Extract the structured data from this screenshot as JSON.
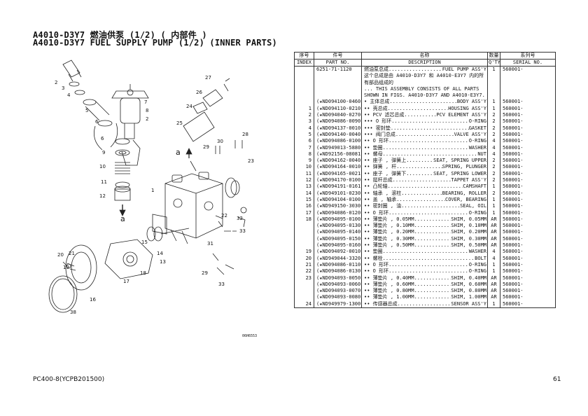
{
  "header": {
    "title_cn": "A4010-D3Y7 燃油供泵 (1/2) ( 内部件 )",
    "title_en": "A4010-D3Y7 FUEL SUPPLY PUMP (1/2) (INNER PARTS)"
  },
  "columns": [
    {
      "cn": "序号",
      "en": "INDEX"
    },
    {
      "cn": "件号",
      "en": "PART NO."
    },
    {
      "cn": "名称",
      "en": "DESCRIPTION"
    },
    {
      "cn": "数量",
      "en": "Q'TY"
    },
    {
      "cn": "系列号",
      "en": "SERIAL NO."
    }
  ],
  "rows": [
    {
      "index": "",
      "part_no": "6251-71-1120",
      "desc_cn": "燃油泵总成",
      "desc_en": "FUEL PUMP ASS'Y",
      "qty": "1",
      "serial": "560001-"
    },
    {
      "index": "",
      "part_no": "",
      "desc_cn": "这个总成是由 A4010-D3Y7 和 A4010-E3Y7 内的所",
      "desc_en": "",
      "qty": "",
      "serial": ""
    },
    {
      "index": "",
      "part_no": "",
      "desc_cn": "有部品组成的",
      "desc_en": "",
      "qty": "",
      "serial": ""
    },
    {
      "index": "",
      "part_no": "",
      "desc_cn": "... THIS ASSEMBLY CONSISTS OF ALL PARTS",
      "desc_en": "",
      "qty": "",
      "serial": ""
    },
    {
      "index": "",
      "part_no": "",
      "desc_cn": "SHOWN IN FIGS. A4010-D3Y7 AND A4010-E3Y7.",
      "desc_en": "",
      "qty": "",
      "serial": ""
    },
    {
      "index": "",
      "part_no": "(★ND094100-0460)",
      "desc_cn": "• 主体总成",
      "desc_en": "BODY ASS'Y",
      "qty": "1",
      "serial": "560001-"
    },
    {
      "index": "1",
      "part_no": "(★ND094110-0210)",
      "desc_cn": "•• 壳总成",
      "desc_en": "HOUSING ASS'Y",
      "qty": "1",
      "serial": "560001-"
    },
    {
      "index": "2",
      "part_no": "(★ND094040-0270)",
      "desc_cn": "•• PCV 滤芯总成",
      "desc_en": "PCV ELEMENT ASS'Y",
      "qty": "2",
      "serial": "560001-"
    },
    {
      "index": "3",
      "part_no": "(★ND094086-0090)",
      "desc_cn": "••• O 形环",
      "desc_en": "O-RING",
      "qty": "2",
      "serial": "560001-"
    },
    {
      "index": "4",
      "part_no": "(★ND094137-0010)",
      "desc_cn": "••• 密封垫",
      "desc_en": "GASKET",
      "qty": "2",
      "serial": "560001-"
    },
    {
      "index": "5",
      "part_no": "(★ND094140-0040)",
      "desc_cn": "••• 阀门总成",
      "desc_en": "VALVE ASS'Y",
      "qty": "2",
      "serial": "560001-"
    },
    {
      "index": "6",
      "part_no": "(★ND094086-0100)",
      "desc_cn": "•• O 形环",
      "desc_en": "O-RING",
      "qty": "4",
      "serial": "560001-"
    },
    {
      "index": "7",
      "part_no": "(★ND949013-5880)",
      "desc_cn": "•• 垫圈",
      "desc_en": "WASHER",
      "qty": "4",
      "serial": "560001-"
    },
    {
      "index": "8",
      "part_no": "(★ND92156-08081)",
      "desc_cn": "•• 螺母",
      "desc_en": "NUT",
      "qty": "4",
      "serial": "560001-"
    },
    {
      "index": "9",
      "part_no": "(★ND094162-0040)",
      "desc_cn": "•• 座子 , 弹簧上",
      "desc_en": "SEAT, SPRING UPPER",
      "qty": "2",
      "serial": "560001-"
    },
    {
      "index": "10",
      "part_no": "(★ND094164-0010)",
      "desc_cn": "•• 弹簧 , 杆",
      "desc_en": "SPRING, PLUNGER",
      "qty": "2",
      "serial": "560001-"
    },
    {
      "index": "11",
      "part_no": "(★ND094165-0021)",
      "desc_cn": "•• 座子 , 弹簧下",
      "desc_en": "SEAT, SPRING LOWER",
      "qty": "2",
      "serial": "560001-"
    },
    {
      "index": "12",
      "part_no": "(★ND094170-0100)",
      "desc_cn": "•• 挺杆总成",
      "desc_en": "TAPPET ASS'Y",
      "qty": "2",
      "serial": "560001-"
    },
    {
      "index": "13",
      "part_no": "(★ND094191-0161)",
      "desc_cn": "•• 凸轮轴",
      "desc_en": "CAMSHAFT",
      "qty": "1",
      "serial": "560001-"
    },
    {
      "index": "14",
      "part_no": "(★ND949101-0230)",
      "desc_cn": "•• 轴承 , 滚柱",
      "desc_en": "BEARING, ROLLER",
      "qty": "2",
      "serial": "560001-"
    },
    {
      "index": "15",
      "part_no": "(★ND094104-0100)",
      "desc_cn": "•• 盖 , 轴承",
      "desc_en": "COVER, BEARING",
      "qty": "1",
      "serial": "560001-"
    },
    {
      "index": "16",
      "part_no": "(★ND949150-3030)",
      "desc_cn": "•• 密封圈 , 油",
      "desc_en": "SEAL, OIL",
      "qty": "1",
      "serial": "560001-"
    },
    {
      "index": "17",
      "part_no": "(★ND094086-0120)",
      "desc_cn": "•• O 形环",
      "desc_en": "O-RING",
      "qty": "1",
      "serial": "560001-"
    },
    {
      "index": "18",
      "part_no": "(★ND094095-0100)",
      "desc_cn": "•• 薄垫片 , 0.05MM",
      "desc_en": "SHIM, 0.05MM",
      "qty": "AR",
      "serial": "560001-"
    },
    {
      "index": "",
      "part_no": "(★ND094095-0130)",
      "desc_cn": "•• 薄垫片 , 0.10MM",
      "desc_en": "SHIM, 0.10MM",
      "qty": "AR",
      "serial": "560001-"
    },
    {
      "index": "",
      "part_no": "(★ND094095-0140)",
      "desc_cn": "•• 薄垫片 , 0.20MM",
      "desc_en": "SHIM, 0.20MM",
      "qty": "AR",
      "serial": "560001-"
    },
    {
      "index": "",
      "part_no": "(★ND094095-0150)",
      "desc_cn": "•• 薄垫片 , 0.30MM",
      "desc_en": "SHIM, 0.30MM",
      "qty": "AR",
      "serial": "560001-"
    },
    {
      "index": "",
      "part_no": "(★ND094095-0160)",
      "desc_cn": "•• 薄垫片 , 0.50MM",
      "desc_en": "SHIM, 0.50MM",
      "qty": "AR",
      "serial": "560001-"
    },
    {
      "index": "19",
      "part_no": "(★ND094092-0010)",
      "desc_cn": "•• 垫圈",
      "desc_en": "WASHER",
      "qty": "4",
      "serial": "560001-"
    },
    {
      "index": "20",
      "part_no": "(★ND949044-3320)",
      "desc_cn": "•• 螺栓",
      "desc_en": "BOLT",
      "qty": "4",
      "serial": "560001-"
    },
    {
      "index": "21",
      "part_no": "(★ND094086-0110)",
      "desc_cn": "•• O 形环",
      "desc_en": "O-RING",
      "qty": "1",
      "serial": "560001-"
    },
    {
      "index": "22",
      "part_no": "(★ND094086-0130)",
      "desc_cn": "•• O 形环",
      "desc_en": "O-RING",
      "qty": "1",
      "serial": "560001-"
    },
    {
      "index": "23",
      "part_no": "(★ND094093-0050)",
      "desc_cn": "•• 薄垫片 , 0.40MM",
      "desc_en": "SHIM, 0.40MM",
      "qty": "AR",
      "serial": "560001-"
    },
    {
      "index": "",
      "part_no": "(★ND094093-0060)",
      "desc_cn": "•• 薄垫片 , 0.60MM",
      "desc_en": "SHIM, 0.60MM",
      "qty": "AR",
      "serial": "560001-"
    },
    {
      "index": "",
      "part_no": "(★ND094093-0070)",
      "desc_cn": "•• 薄垫片 , 0.80MM",
      "desc_en": "SHIM, 0.80MM",
      "qty": "AR",
      "serial": "560001-"
    },
    {
      "index": "",
      "part_no": "(★ND094093-0080)",
      "desc_cn": "•• 薄垫片 , 1.00MM",
      "desc_en": "SHIM, 1.00MM",
      "qty": "AR",
      "serial": "560001-"
    },
    {
      "index": "24",
      "part_no": "(★ND949979-1300)",
      "desc_cn": "•• 传感器总成",
      "desc_en": "SENSOR ASS'Y",
      "qty": "1",
      "serial": "560001-"
    }
  ],
  "diagram": {
    "image_code": "06H6553",
    "callouts": [
      "2",
      "3",
      "4",
      "5",
      "6",
      "7",
      "8",
      "2",
      "6",
      "9",
      "10",
      "11",
      "12",
      "a",
      "a",
      "1",
      "27",
      "26",
      "24",
      "25",
      "30",
      "29",
      "28",
      "23",
      "22",
      "13",
      "14",
      "15",
      "31",
      "32",
      "33",
      "21",
      "20",
      "19",
      "18",
      "17",
      "16",
      "38",
      "29",
      "33"
    ]
  },
  "footer": {
    "model": "PC400-8(YCPB201500)",
    "page": "61"
  }
}
